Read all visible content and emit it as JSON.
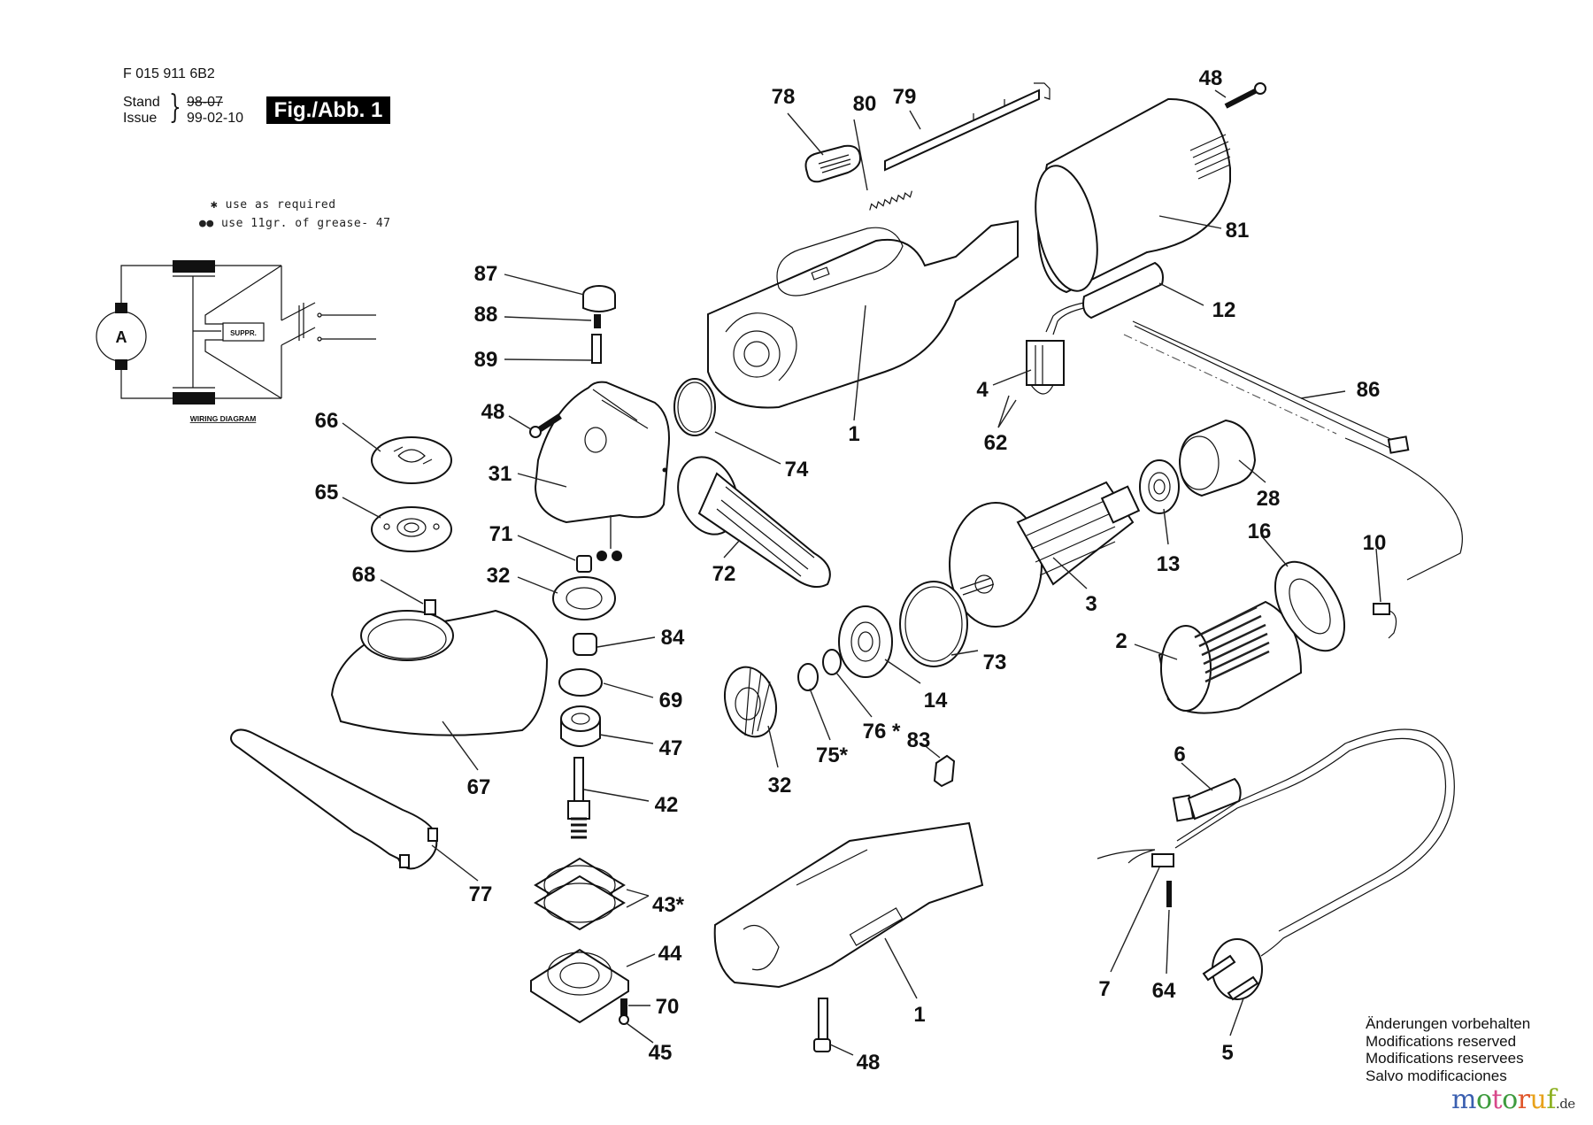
{
  "header": {
    "doc_number": "F 015 911 6B2",
    "stand_label": "Stand",
    "issue_label": "Issue",
    "stand_old_date": "98-07",
    "issue_date": "99-02-10",
    "figure_label": "Fig./Abb. 1"
  },
  "notes": {
    "star_symbol": "✱",
    "star_text": "use as required",
    "grease_symbol": "●●",
    "grease_text": "use 11gr. of grease- 47"
  },
  "wiring_diagram": {
    "title": "WIRING DIAGRAM",
    "motor_label": "A",
    "suppressor_label": "SUPPR."
  },
  "callouts": [
    {
      "id": "78",
      "text": "78"
    },
    {
      "id": "80",
      "text": "80"
    },
    {
      "id": "79",
      "text": "79"
    },
    {
      "id": "48-top",
      "text": "48"
    },
    {
      "id": "81",
      "text": "81"
    },
    {
      "id": "87",
      "text": "87"
    },
    {
      "id": "88",
      "text": "88"
    },
    {
      "id": "89",
      "text": "89"
    },
    {
      "id": "48-mid",
      "text": "48"
    },
    {
      "id": "31",
      "text": "31"
    },
    {
      "id": "66",
      "text": "66"
    },
    {
      "id": "65",
      "text": "65"
    },
    {
      "id": "71",
      "text": "71"
    },
    {
      "id": "32-upper",
      "text": "32"
    },
    {
      "id": "68",
      "text": "68"
    },
    {
      "id": "72",
      "text": "72"
    },
    {
      "id": "74",
      "text": "74"
    },
    {
      "id": "1-top",
      "text": "1"
    },
    {
      "id": "12",
      "text": "12"
    },
    {
      "id": "4",
      "text": "4"
    },
    {
      "id": "62",
      "text": "62"
    },
    {
      "id": "86",
      "text": "86"
    },
    {
      "id": "28",
      "text": "28"
    },
    {
      "id": "13",
      "text": "13"
    },
    {
      "id": "16",
      "text": "16"
    },
    {
      "id": "10",
      "text": "10"
    },
    {
      "id": "3",
      "text": "3"
    },
    {
      "id": "2",
      "text": "2"
    },
    {
      "id": "73",
      "text": "73"
    },
    {
      "id": "14",
      "text": "14"
    },
    {
      "id": "84",
      "text": "84"
    },
    {
      "id": "69",
      "text": "69"
    },
    {
      "id": "47",
      "text": "47"
    },
    {
      "id": "42",
      "text": "42"
    },
    {
      "id": "67",
      "text": "67"
    },
    {
      "id": "32-lower",
      "text": "32"
    },
    {
      "id": "75",
      "text": "75*"
    },
    {
      "id": "76",
      "text": "76 *"
    },
    {
      "id": "83",
      "text": "83"
    },
    {
      "id": "77",
      "text": "77"
    },
    {
      "id": "43",
      "text": "43*"
    },
    {
      "id": "44",
      "text": "44"
    },
    {
      "id": "70",
      "text": "70"
    },
    {
      "id": "45",
      "text": "45"
    },
    {
      "id": "1-lower",
      "text": "1"
    },
    {
      "id": "48-lower",
      "text": "48"
    },
    {
      "id": "6",
      "text": "6"
    },
    {
      "id": "7",
      "text": "7"
    },
    {
      "id": "64",
      "text": "64"
    },
    {
      "id": "5",
      "text": "5"
    }
  ],
  "footer": {
    "lines": [
      "Änderungen vorbehalten",
      "Modifications reserved",
      "Modifications reservees",
      "Salvo modificaciones"
    ]
  },
  "watermark": {
    "letters": [
      "m",
      "o",
      "t",
      "o",
      "r",
      "u",
      "f"
    ],
    "colors": [
      "#3a5fb0",
      "#3e9b3e",
      "#d8488a",
      "#3e9b3e",
      "#e0562a",
      "#e8a21a",
      "#8cb021"
    ],
    "tld": ".de"
  }
}
